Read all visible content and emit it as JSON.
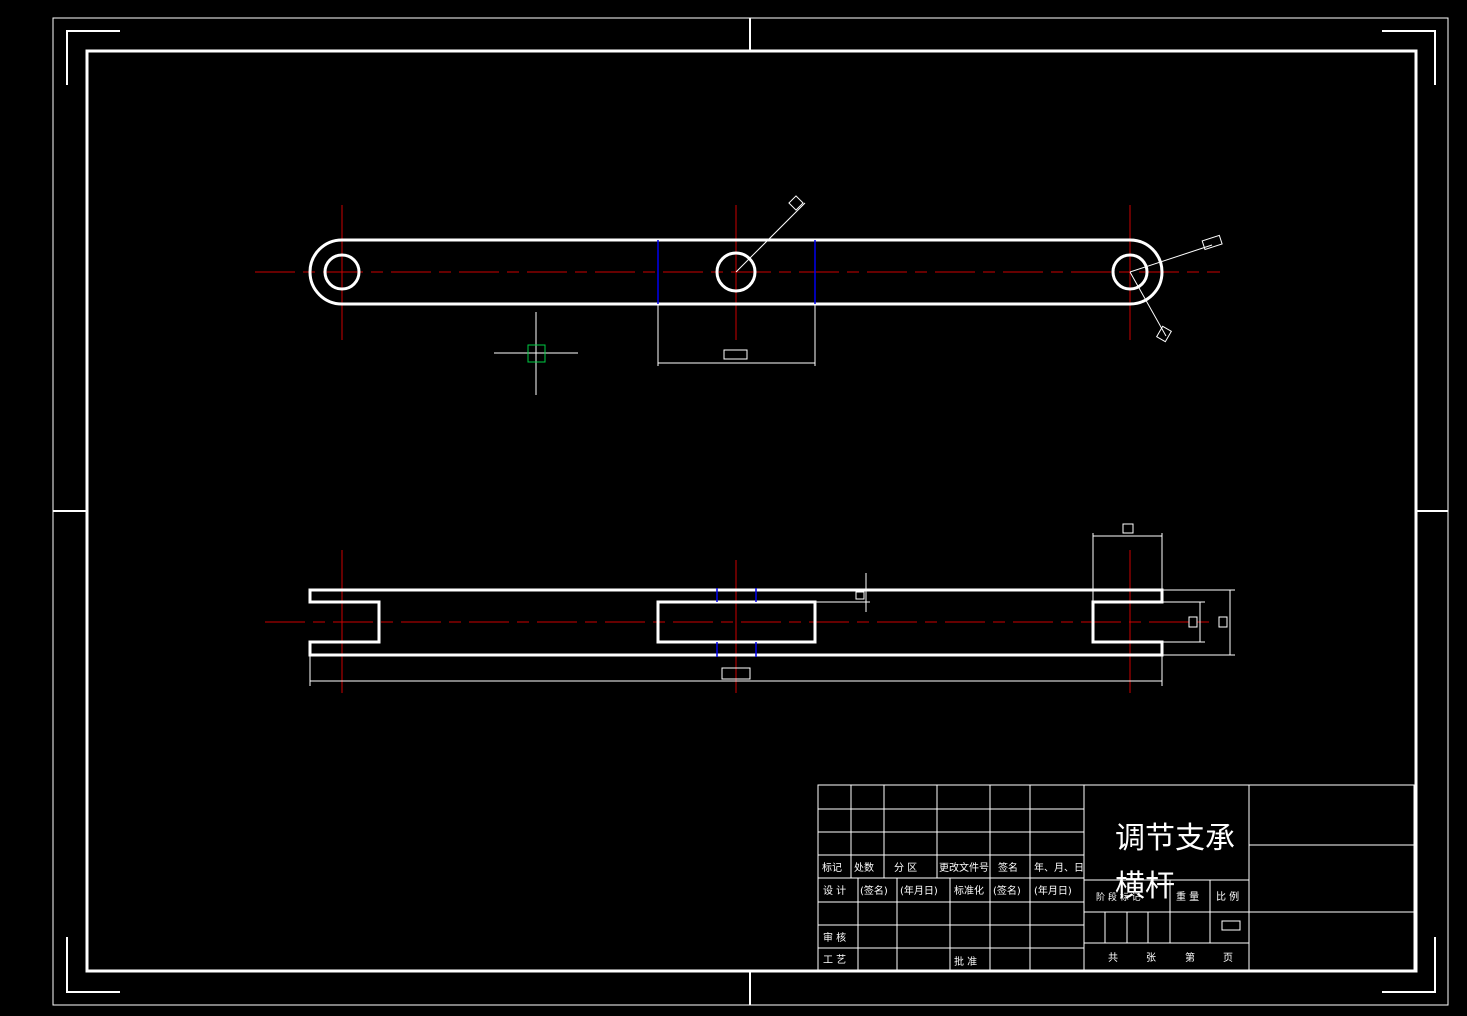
{
  "colors": {
    "background": "#000000",
    "outline": "#ffffff",
    "centerline": "#cc0000",
    "hidden": "#0000ee",
    "cursor_box": "#00cc44",
    "dimension": "#ffffff"
  },
  "title_block": {
    "part_name_line1": "调节支承",
    "part_name_line2": "横杆",
    "row_headers": {
      "mark": "标记",
      "count": "处数",
      "zone": "分 区",
      "change_doc": "更改文件号",
      "signature": "签名",
      "date": "年、月、日"
    },
    "design_row": {
      "label": "设 计",
      "sign": "(签名)",
      "date": "(年月日)",
      "standardize": "标准化",
      "sign2": "(签名)",
      "date2": "(年月日)"
    },
    "review_label": "审 核",
    "process_label": "工 艺",
    "approve_label": "批 准",
    "stage_mark": "阶 段 标 记",
    "weight": "重 量",
    "scale": "比 例",
    "sheets_total": "共",
    "sheets_unit": "张",
    "sheet_no": "第",
    "page_unit": "页"
  }
}
